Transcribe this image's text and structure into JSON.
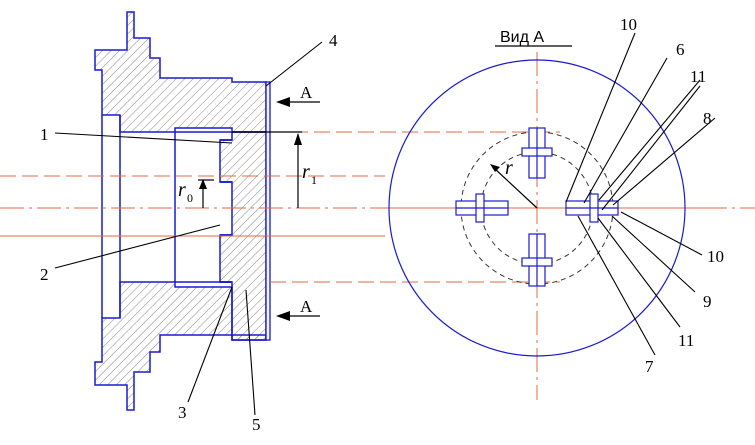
{
  "view_title": "Вид А",
  "arrow_labels": {
    "top": "A",
    "bottom": "A"
  },
  "radius_labels": {
    "r0_main": "r",
    "r0_sub": "0",
    "r1_main": "r",
    "r1_sub": "1",
    "r_view": "r"
  },
  "callouts": [
    "1",
    "2",
    "3",
    "4",
    "5",
    "6",
    "7",
    "8",
    "9",
    "10",
    "10",
    "11",
    "11"
  ],
  "colors": {
    "part": "#1a1ad0",
    "centerline": "#e06a40",
    "hatch": "#555555",
    "leader": "#000000"
  }
}
